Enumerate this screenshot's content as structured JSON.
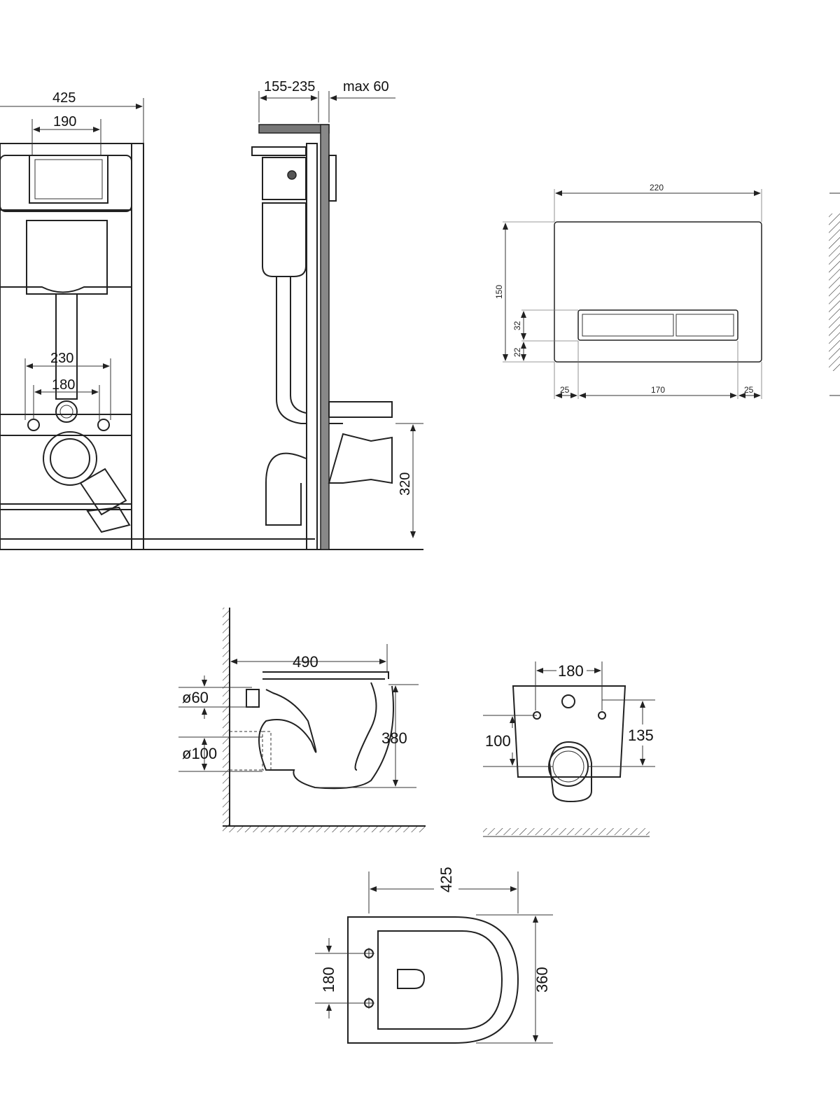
{
  "frame_front": {
    "width_total": "425",
    "panel_width": "190",
    "mount_outer": "230",
    "mount_inner": "180"
  },
  "frame_side": {
    "depth_range": "155-235",
    "max_wall": "max 60",
    "outlet_height": "320"
  },
  "flush_plate": {
    "width": "220",
    "height": "150",
    "button_height": "32",
    "button_bottom": "22",
    "margin_left": "25",
    "button_width": "170",
    "margin_right": "25"
  },
  "bowl_side": {
    "length": "490",
    "inlet_dia": "ø60",
    "outlet_dia": "ø100",
    "height": "380"
  },
  "bowl_rear": {
    "bolt_spacing": "180",
    "outlet_center": "100",
    "bolt_height": "135"
  },
  "bowl_top": {
    "width": "425",
    "bolt_spacing": "180",
    "length": "360"
  }
}
